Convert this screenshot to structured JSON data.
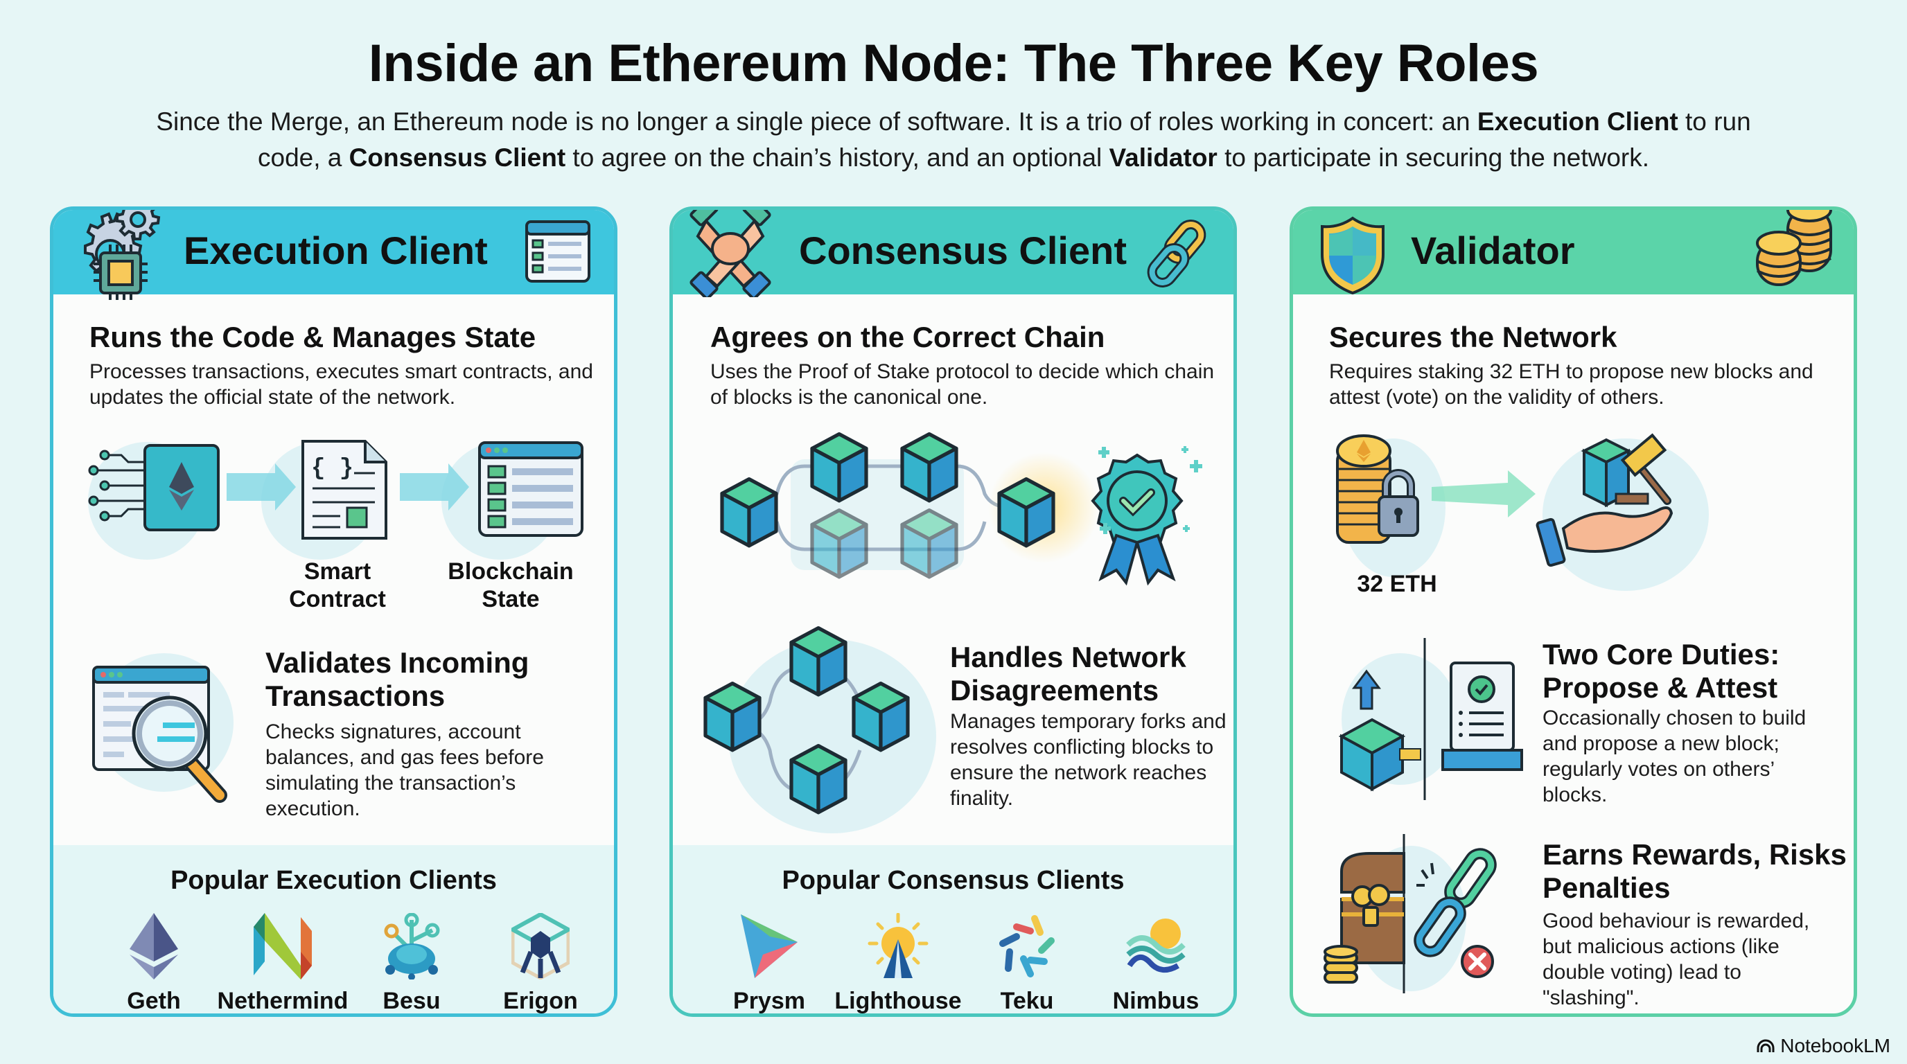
{
  "header": {
    "title": "Inside an Ethereum Node: The Three Key Roles",
    "subtitle_parts": {
      "p1": "Since the Merge, an Ethereum node is no longer a single piece of software. It is a trio of roles working in concert: an ",
      "b1": "Execution Client",
      "p2": " to run code, a ",
      "b2": "Consensus Client",
      "p3": " to agree on the chain’s history, and an optional ",
      "b3": "Validator",
      "p4": " to participate in securing the network."
    }
  },
  "colors": {
    "execution_accent": "#3ec6de",
    "consensus_accent": "#46ccc4",
    "validator_accent": "#5bd4a9",
    "background": "#e6f6f6"
  },
  "cards": {
    "execution": {
      "title": "Execution Client",
      "section1": {
        "heading": "Runs the Code & Manages State",
        "body": "Processes transactions, executes smart contracts, and updates the official state of the network.",
        "flow_labels": {
          "contract": "Smart Contract",
          "state": "Blockchain State"
        }
      },
      "section2": {
        "heading": "Validates Incoming Transactions",
        "body": "Checks signatures, account balances, and gas fees before simulating the transaction’s execution."
      },
      "footer": {
        "title": "Popular Execution Clients",
        "clients": [
          "Geth",
          "Nethermind",
          "Besu",
          "Erigon"
        ]
      }
    },
    "consensus": {
      "title": "Consensus Client",
      "section1": {
        "heading": "Agrees on the Correct Chain",
        "body": "Uses the Proof of Stake protocol to decide which chain of blocks is the canonical one."
      },
      "section2": {
        "heading": "Handles Network Disagreements",
        "body": "Manages temporary forks and resolves conflicting blocks to ensure the network reaches finality."
      },
      "footer": {
        "title": "Popular Consensus Clients",
        "clients": [
          "Prysm",
          "Lighthouse",
          "Teku",
          "Nimbus"
        ]
      }
    },
    "validator": {
      "title": "Validator",
      "section1": {
        "heading": "Secures the Network",
        "body": "Requires staking 32 ETH to propose new blocks and attest (vote) on the validity of others.",
        "stake_label": "32 ETH"
      },
      "section2": {
        "heading": "Two Core Duties: Propose & Attest",
        "body": "Occasionally chosen to build and propose a new block; regularly votes on others’ blocks."
      },
      "section3": {
        "heading": "Earns Rewards, Risks Penalties",
        "body": "Good behaviour is rewarded, but malicious actions (like double voting) lead to \"slashing\"."
      }
    }
  },
  "branding": {
    "label": "NotebookLM"
  }
}
